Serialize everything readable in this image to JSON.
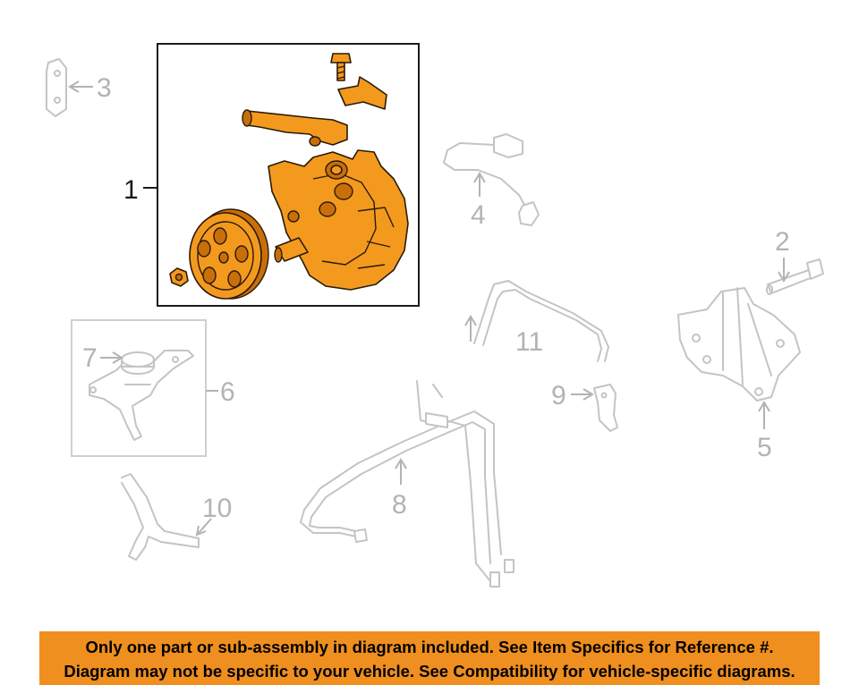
{
  "callouts": {
    "c1": "1",
    "c2": "2",
    "c3": "3",
    "c4": "4",
    "c5": "5",
    "c6": "6",
    "c7": "7",
    "c8": "8",
    "c9": "9",
    "c10": "10",
    "c11": "11"
  },
  "banner": {
    "line1": "Only one part or sub-assembly in diagram included. See Item Specifics for Reference #.",
    "line2": "Diagram may not be specific to your vehicle. See Compatibility for vehicle-specific diagrams."
  },
  "colors": {
    "highlight": "#f39a1e",
    "banner": "#ef8f1f",
    "ghost": "#c4c4c4"
  }
}
